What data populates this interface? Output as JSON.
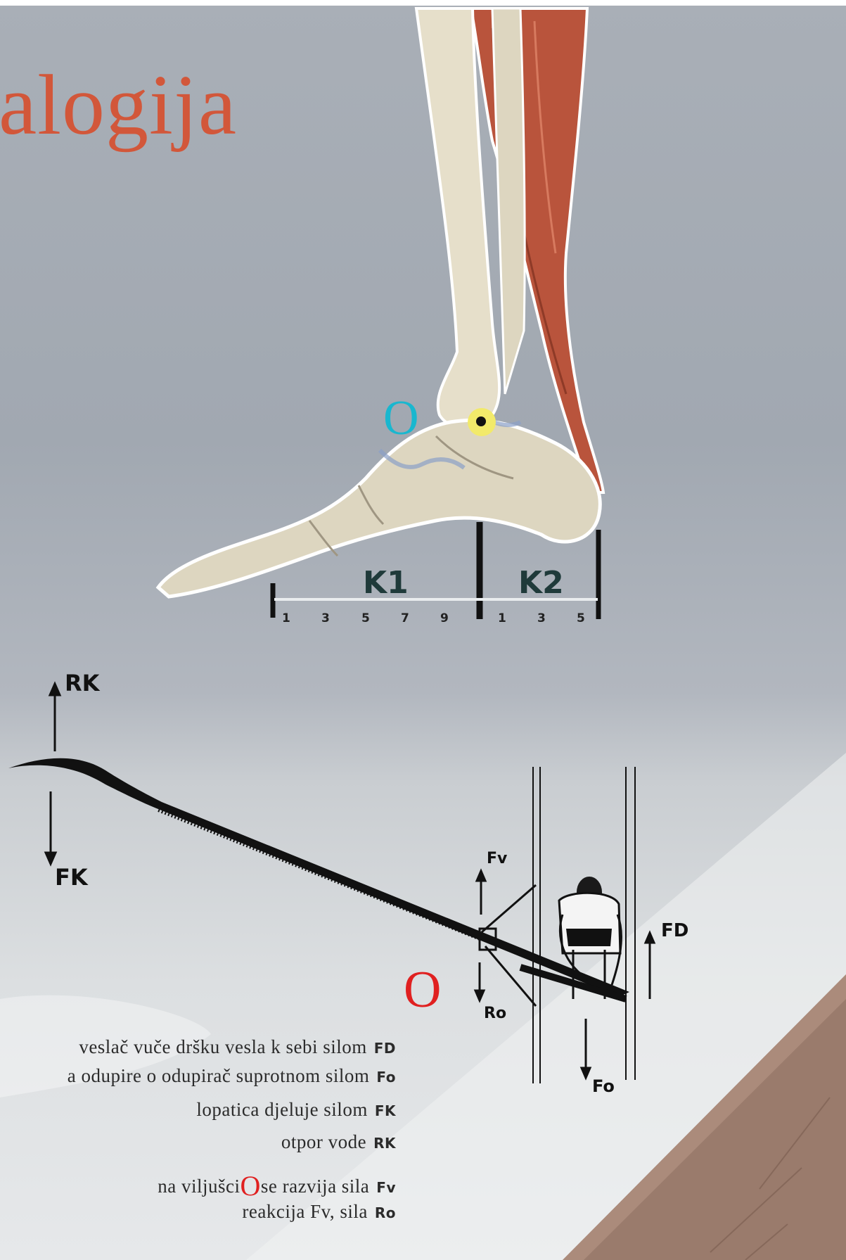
{
  "title": "alogija",
  "foot": {
    "pivot_label": "O",
    "lever_arm_1": "K1",
    "lever_arm_2": "K2",
    "scale_1": [
      "1",
      "3",
      "5",
      "7",
      "9"
    ],
    "scale_2": [
      "1",
      "3",
      "5"
    ]
  },
  "rowing": {
    "pivot_label": "O",
    "forces": {
      "rk": "RK",
      "fk": "FK",
      "fv": "Fv",
      "ro": "Ro",
      "fd": "FD",
      "fo": "Fo"
    }
  },
  "captions": [
    {
      "text": "veslač vuče dršku vesla k sebi silom",
      "symbol": "FD"
    },
    {
      "text": "a odupire o odupirač suprotnom silom",
      "symbol": "Fo"
    },
    {
      "text": "lopatica djeluje silom",
      "symbol": "FK"
    },
    {
      "text": "otpor vode",
      "symbol": "RK"
    },
    {
      "text_before": "na viljušci",
      "pivot": "O",
      "text_after": "se razvija sila",
      "symbol": "Fv"
    },
    {
      "text": "reakcija Fv, sila",
      "symbol": "Ro"
    }
  ],
  "colors": {
    "title": "#d2573a",
    "pivot_foot": "#19b7cf",
    "pivot_rowing": "#e02020",
    "pivot_dot": "#f2ea6a"
  }
}
